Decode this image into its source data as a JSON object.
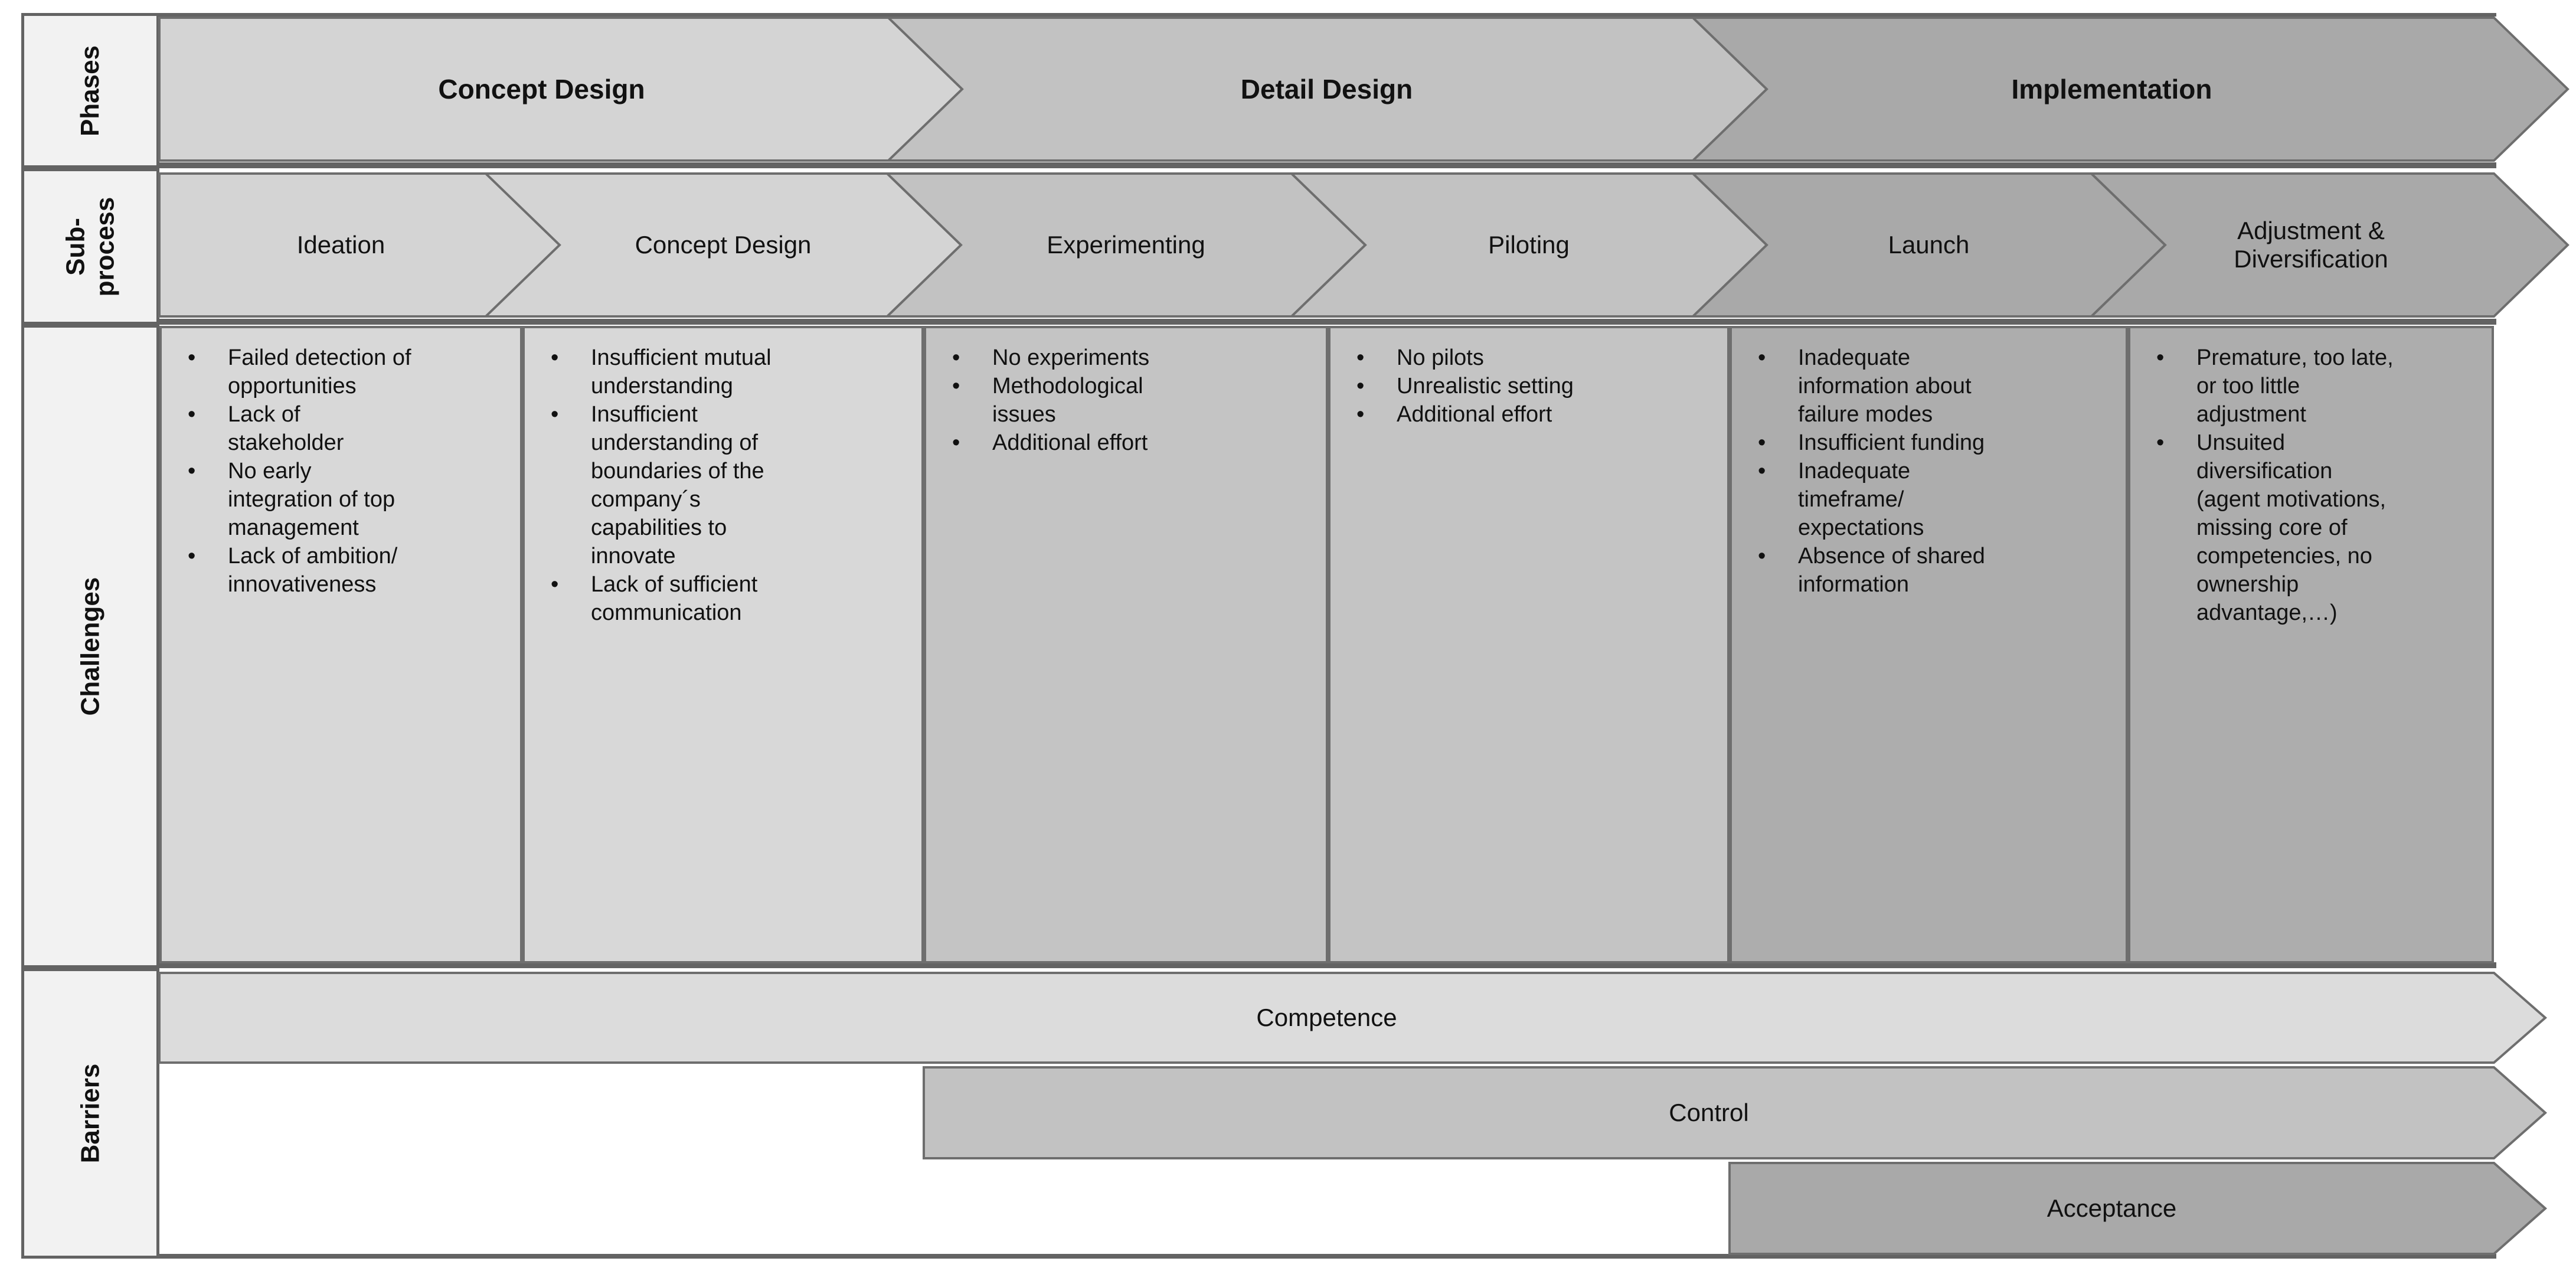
{
  "diagram": {
    "row_labels": [
      {
        "label": "Phases"
      },
      {
        "label": "Sub-\nprocess"
      },
      {
        "label": "Challenges"
      },
      {
        "label": "Barriers"
      }
    ],
    "phases": [
      {
        "label": "Concept Design"
      },
      {
        "label": "Detail Design"
      },
      {
        "label": "Implementation"
      }
    ],
    "subprocesses": [
      {
        "label": "Ideation"
      },
      {
        "label": "Concept Design"
      },
      {
        "label": "Experimenting"
      },
      {
        "label": "Piloting"
      },
      {
        "label": "Launch"
      },
      {
        "label": "Adjustment &\nDiversification"
      }
    ],
    "challenges": [
      {
        "items": [
          "Failed detection of\nopportunities",
          "Lack of\nstakeholder",
          "No early\nintegration of top\nmanagement",
          "Lack of ambition/\ninnovativeness"
        ]
      },
      {
        "items": [
          "Insufficient mutual\nunderstanding",
          "Insufficient\nunderstanding of\nboundaries of the\ncompany´s\ncapabilities to\ninnovate",
          "Lack of sufficient\ncommunication"
        ]
      },
      {
        "items": [
          "No experiments",
          "Methodological\nissues",
          "Additional effort"
        ]
      },
      {
        "items": [
          "No pilots",
          "Unrealistic setting",
          "Additional effort"
        ]
      },
      {
        "items": [
          "Inadequate\ninformation about\nfailure modes",
          "Insufficient funding",
          "Inadequate\ntimeframe/\nexpectations",
          "Absence of shared\ninformation"
        ]
      },
      {
        "items": [
          "Premature, too late,\nor too little\nadjustment",
          "Unsuited\ndiversification\n(agent motivations,\nmissing core of\ncompetencies, no\nownership\nadvantage,…)"
        ]
      }
    ],
    "barriers": [
      {
        "label": "Competence"
      },
      {
        "label": "Control"
      },
      {
        "label": "Acceptance"
      }
    ],
    "colors": {
      "phase_light": "#d4d4d4",
      "phase_medium": "#c2c2c2",
      "phase_dark": "#a9a9a9",
      "challenge_light": "#d8d8d8",
      "challenge_medium": "#c4c4c4",
      "challenge_dark": "#adadad",
      "barrier_competence": "#dcdcdc",
      "barrier_control": "#c2c2c2",
      "barrier_acceptance": "#a9a9a9",
      "row_label_bg": "#f2f2f2",
      "border": "#636363",
      "text": "#111111"
    }
  }
}
